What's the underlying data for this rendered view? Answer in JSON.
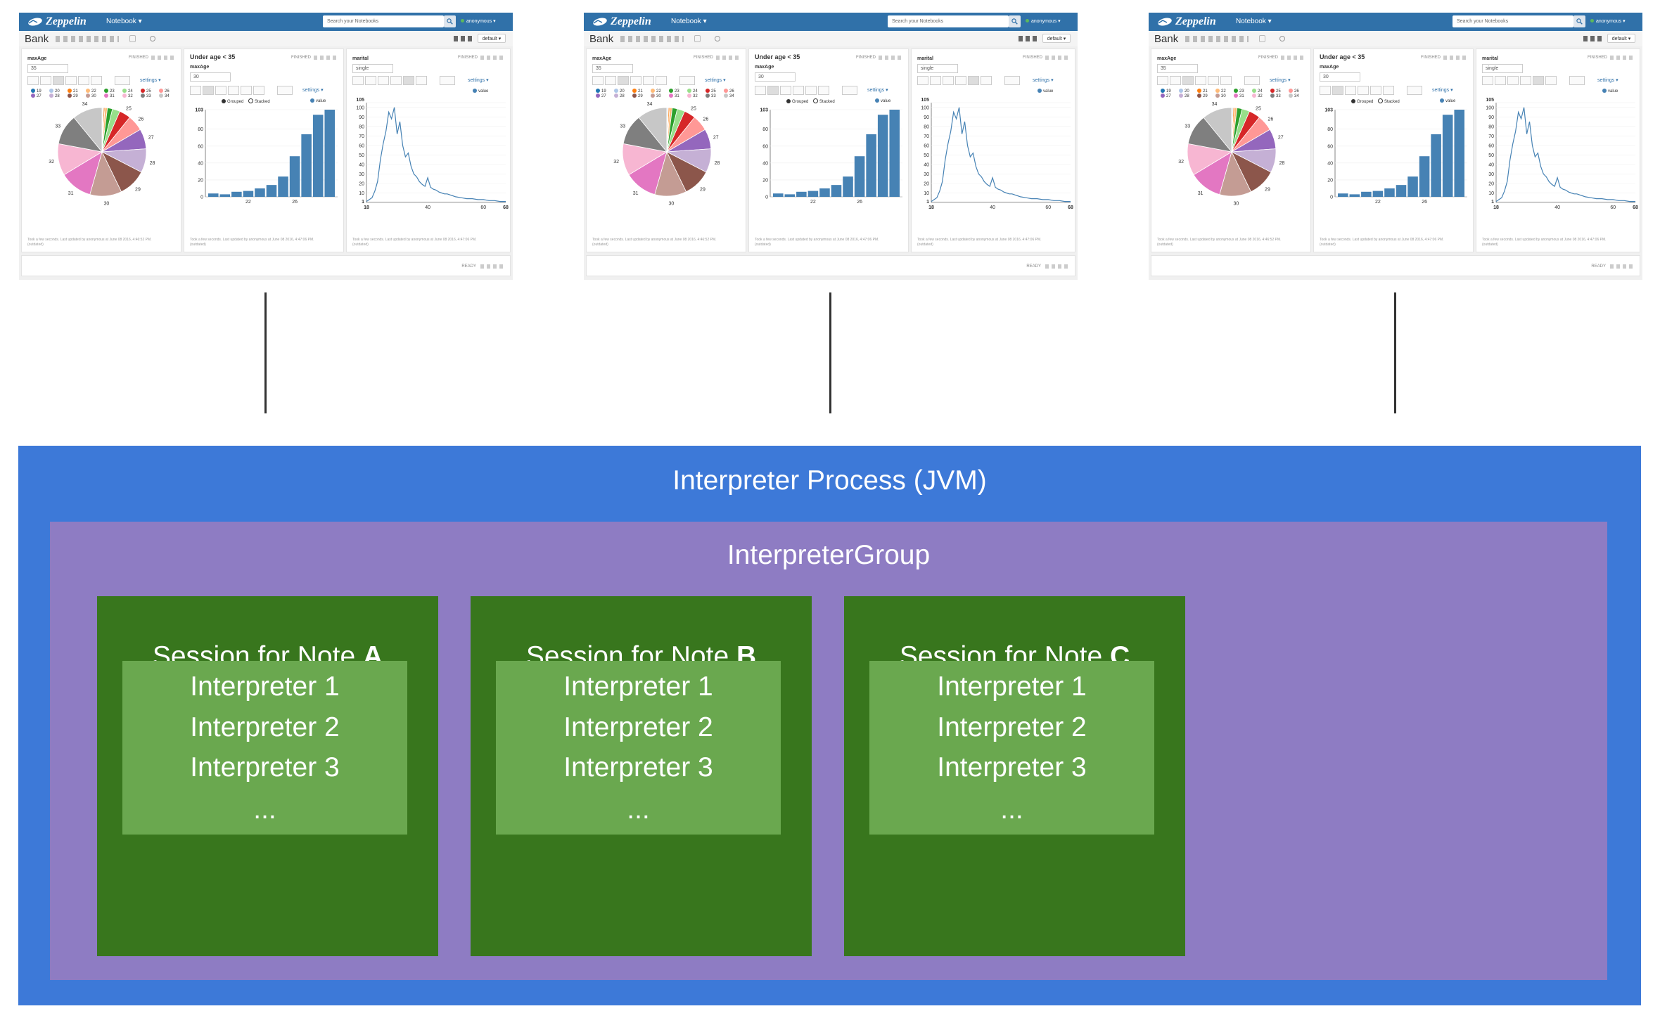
{
  "app": {
    "logo_text": "Zeppelin",
    "menu": "Notebook ▾",
    "search_placeholder": "Search your Notebooks",
    "user": "anonymous ▾"
  },
  "note": {
    "title": "Bank",
    "default_label": "default ▾"
  },
  "paragraphs": {
    "p1": {
      "label": "maxAge",
      "input_value": "35",
      "status": "FINISHED",
      "settings": "settings ▾",
      "footer": "Took a few seconds. Last updated by anonymous at June 08 2016, 4:46:52 PM. (outdated)",
      "legend": [
        "19",
        "20",
        "21",
        "22",
        "23",
        "24",
        "25",
        "26",
        "27",
        "28",
        "29",
        "30",
        "31",
        "32",
        "33",
        "34"
      ],
      "legend_colors": [
        "#1f77b4",
        "#aec7e8",
        "#ff7f0e",
        "#ffbb78",
        "#2ca02c",
        "#98df8a",
        "#d62728",
        "#ff9896",
        "#9467bd",
        "#c5b0d5",
        "#8c564b",
        "#c49c94",
        "#e377c2",
        "#f7b6d2",
        "#7f7f7f",
        "#c7c7c7"
      ],
      "pie_labels": [
        "34",
        "25",
        "26",
        "27",
        "28",
        "29",
        "30",
        "31",
        "32",
        "33"
      ]
    },
    "p2": {
      "title": "Under age < 35",
      "label": "maxAge",
      "input_value": "30",
      "status": "FINISHED",
      "settings": "settings ▾",
      "grouped": "Grouped",
      "stacked": "Stacked",
      "series": "value",
      "footer": "Took a few seconds. Last updated by anonymous at June 08 2016, 4:47:06 PM. (outdated)",
      "y_ticks": [
        "103",
        "80",
        "60",
        "40",
        "20",
        "0"
      ],
      "x_ticks": [
        "22",
        "26"
      ]
    },
    "p3": {
      "label": "marital",
      "select_value": "single",
      "status": "FINISHED",
      "settings": "settings ▾",
      "series": "value",
      "footer": "Took a few seconds. Last updated by anonymous at June 08 2016, 4:47:06 PM. (outdated)",
      "y_ticks": [
        "105",
        "100",
        "90",
        "80",
        "70",
        "60",
        "50",
        "40",
        "30",
        "20",
        "10",
        "1"
      ],
      "x_ticks": [
        "18",
        "40",
        "60",
        "68"
      ]
    },
    "bottom_status": "READY"
  },
  "chart_data": [
    {
      "type": "pie",
      "categories": [
        "19",
        "20",
        "21",
        "22",
        "23",
        "24",
        "25",
        "26",
        "27",
        "28",
        "29",
        "30",
        "31",
        "32",
        "33",
        "34"
      ],
      "values": [
        2,
        3,
        4,
        8,
        16,
        24,
        36,
        50,
        63,
        75,
        88,
        100,
        103,
        100,
        96,
        94
      ],
      "colors": [
        "#1f77b4",
        "#aec7e8",
        "#ff7f0e",
        "#ffbb78",
        "#2ca02c",
        "#98df8a",
        "#d62728",
        "#ff9896",
        "#9467bd",
        "#c5b0d5",
        "#8c564b",
        "#c49c94",
        "#e377c2",
        "#f7b6d2",
        "#7f7f7f",
        "#c7c7c7"
      ]
    },
    {
      "type": "bar",
      "categories": [
        "19",
        "20",
        "21",
        "22",
        "23",
        "24",
        "25",
        "26",
        "27",
        "28",
        "29"
      ],
      "values": [
        4,
        3,
        6,
        7,
        10,
        14,
        24,
        48,
        74,
        97,
        103
      ],
      "ylim": [
        0,
        103
      ],
      "color": "#4682b4"
    },
    {
      "type": "line",
      "x": [
        18,
        19,
        20,
        21,
        22,
        23,
        24,
        25,
        26,
        27,
        28,
        29,
        30,
        31,
        32,
        33,
        34,
        35,
        36,
        37,
        38,
        39,
        40,
        41,
        42,
        43,
        44,
        45,
        46,
        47,
        48,
        49,
        50,
        52,
        54,
        56,
        58,
        60,
        62,
        64,
        66,
        68
      ],
      "y": [
        1,
        3,
        5,
        12,
        22,
        45,
        62,
        75,
        95,
        88,
        100,
        72,
        85,
        60,
        48,
        52,
        38,
        30,
        27,
        22,
        19,
        17,
        26,
        16,
        14,
        13,
        11,
        10,
        9,
        9,
        8,
        7,
        6,
        5,
        4,
        4,
        3,
        3,
        2,
        2,
        1,
        1
      ],
      "ylim": [
        0,
        105
      ],
      "color": "#4682b4"
    }
  ],
  "diagram": {
    "jvm_title": "Interpreter Process (JVM)",
    "group_title": "InterpreterGroup",
    "sessions": [
      {
        "prefix": "Session for Note ",
        "letter": "A",
        "interpreters": [
          "Interpreter 1",
          "Interpreter 2",
          "Interpreter 3",
          "..."
        ]
      },
      {
        "prefix": "Session for Note ",
        "letter": "B",
        "interpreters": [
          "Interpreter 1",
          "Interpreter 2",
          "Interpreter 3",
          "..."
        ]
      },
      {
        "prefix": "Session for Note ",
        "letter": "C",
        "interpreters": [
          "Interpreter 1",
          "Interpreter 2",
          "Interpreter 3",
          "..."
        ]
      }
    ]
  },
  "colors": {
    "jvm": "#3d79d8",
    "group": "#8e7cc3",
    "session": "#38761d",
    "interpreter": "#6aa84f",
    "navbar": "#3071a9"
  }
}
